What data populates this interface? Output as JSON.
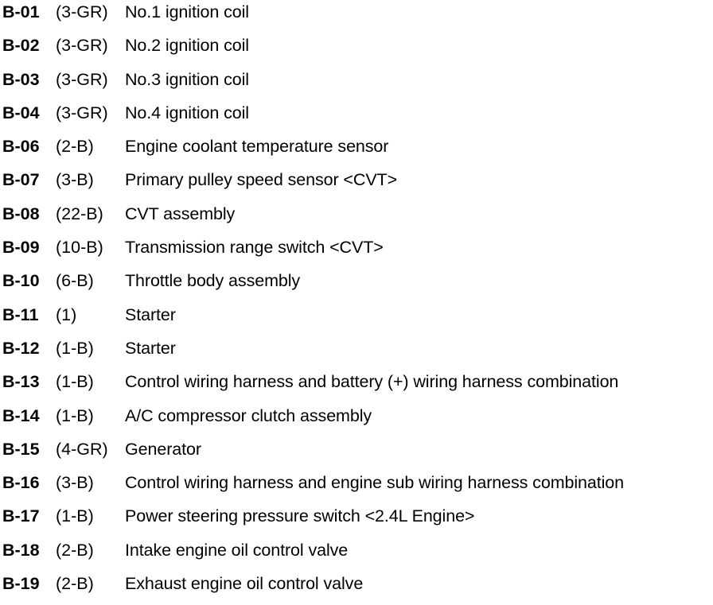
{
  "connectors": [
    {
      "code": "B-01",
      "pins": "(3-GR)",
      "name": "No.1 ignition coil"
    },
    {
      "code": "B-02",
      "pins": "(3-GR)",
      "name": "No.2 ignition coil"
    },
    {
      "code": "B-03",
      "pins": "(3-GR)",
      "name": "No.3 ignition coil"
    },
    {
      "code": "B-04",
      "pins": "(3-GR)",
      "name": "No.4 ignition coil"
    },
    {
      "code": "B-06",
      "pins": "(2-B)",
      "name": "Engine coolant temperature sensor"
    },
    {
      "code": "B-07",
      "pins": "(3-B)",
      "name": "Primary pulley speed sensor <CVT>"
    },
    {
      "code": "B-08",
      "pins": "(22-B)",
      "name": "CVT assembly"
    },
    {
      "code": "B-09",
      "pins": "(10-B)",
      "name": "Transmission range switch <CVT>"
    },
    {
      "code": "B-10",
      "pins": "(6-B)",
      "name": "Throttle body assembly"
    },
    {
      "code": "B-11",
      "pins": "(1)",
      "name": "Starter"
    },
    {
      "code": "B-12",
      "pins": "(1-B)",
      "name": "Starter"
    },
    {
      "code": "B-13",
      "pins": "(1-B)",
      "name": "Control wiring harness and battery (+) wiring harness combination"
    },
    {
      "code": "B-14",
      "pins": "(1-B)",
      "name": "A/C compressor clutch assembly"
    },
    {
      "code": "B-15",
      "pins": "(4-GR)",
      "name": "Generator"
    },
    {
      "code": "B-16",
      "pins": "(3-B)",
      "name": "Control wiring harness and engine sub wiring harness combination"
    },
    {
      "code": "B-17",
      "pins": "(1-B)",
      "name": "Power steering pressure switch <2.4L Engine>"
    },
    {
      "code": "B-18",
      "pins": "(2-B)",
      "name": "Intake engine oil control valve"
    },
    {
      "code": "B-19",
      "pins": "(2-B)",
      "name": "Exhaust engine oil control valve"
    }
  ]
}
